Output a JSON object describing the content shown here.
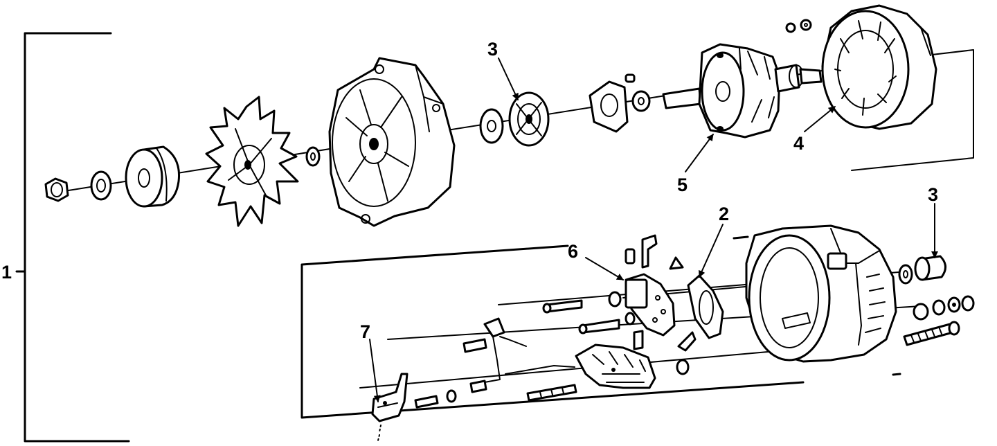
{
  "figure": {
    "type": "exploded-parts-diagram",
    "subject": "alternator",
    "callouts": [
      {
        "id": "c1",
        "label": "1"
      },
      {
        "id": "c2",
        "label": "2"
      },
      {
        "id": "c3a",
        "label": "3"
      },
      {
        "id": "c3b",
        "label": "3"
      },
      {
        "id": "c4",
        "label": "4"
      },
      {
        "id": "c5",
        "label": "5"
      },
      {
        "id": "c6",
        "label": "6"
      },
      {
        "id": "c7",
        "label": "7"
      }
    ]
  }
}
